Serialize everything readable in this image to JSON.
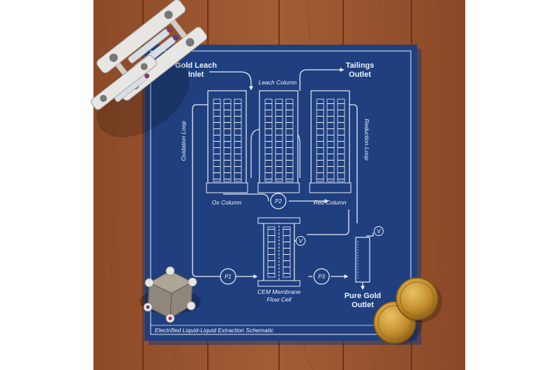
{
  "labels": {
    "inlet_line1": "Gold Leach",
    "inlet_line2": "Inlet",
    "tailings_line1": "Tailings",
    "tailings_line2": "Outlet",
    "leach_column": "Leach Column",
    "oxidation_loop": "Oxidation Loop",
    "reduction_loop": "Reduction Loop",
    "ox_column": "Ox Column",
    "red_column": "Red Column",
    "pump_p1": "P1",
    "pump_p2": "P2",
    "pump_p3": "P3",
    "voltage_1": "V",
    "voltage_2": "V",
    "cell_line1": "CEM Membrane",
    "cell_line2": "Flow Cell",
    "gold_line1": "Pure Gold",
    "gold_line2": "Outlet",
    "footer": "Electrified Liquid-Liquid Extraction Schematic"
  },
  "colors": {
    "blueprint": "#1f3f7e",
    "line": "#e8eef8",
    "wood": "#9a5530",
    "coin": "#c7952f"
  },
  "icons": {
    "robot_syringe": "syringe-robot-icon",
    "cube_device": "cube-device-icon",
    "coins": "gold-coin-icon"
  }
}
